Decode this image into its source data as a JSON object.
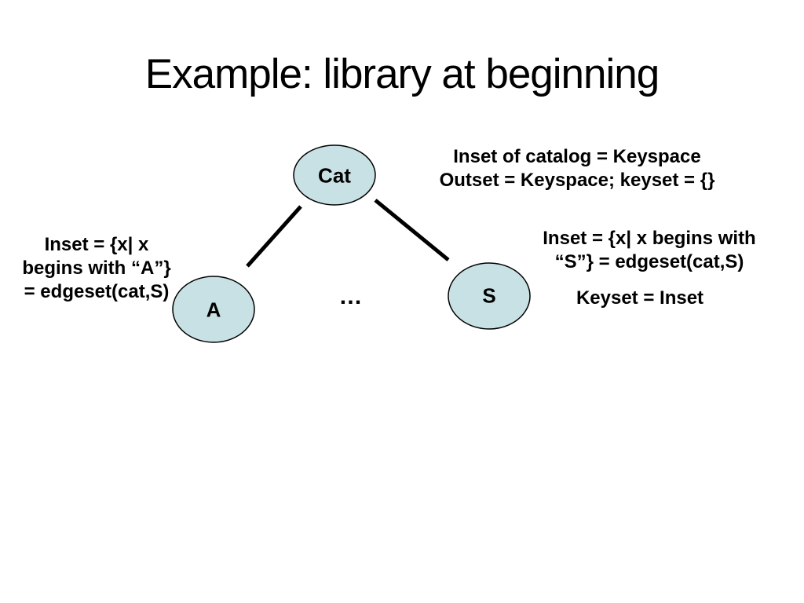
{
  "slide": {
    "title": "Example: library at beginning",
    "tree": {
      "root_label": "Cat",
      "left_label": "A",
      "right_label": "S",
      "ellipsis": "…"
    },
    "annotations": {
      "catalog_line1": "Inset of catalog = Keyspace",
      "catalog_line2": "Outset = Keyspace; keyset = {}",
      "left_line1": "Inset = {x| x",
      "left_line2": "begins with “A”}",
      "left_line3": "= edgeset(cat,S)",
      "right_line1": "Inset = {x| x begins with",
      "right_line2": "“S”} = edgeset(cat,S)",
      "keyset": "Keyset = Inset"
    },
    "colors": {
      "node_fill": "#c8e1e4",
      "node_stroke": "#000000",
      "edge": "#000000",
      "text": "#000000",
      "background": "#ffffff"
    }
  }
}
